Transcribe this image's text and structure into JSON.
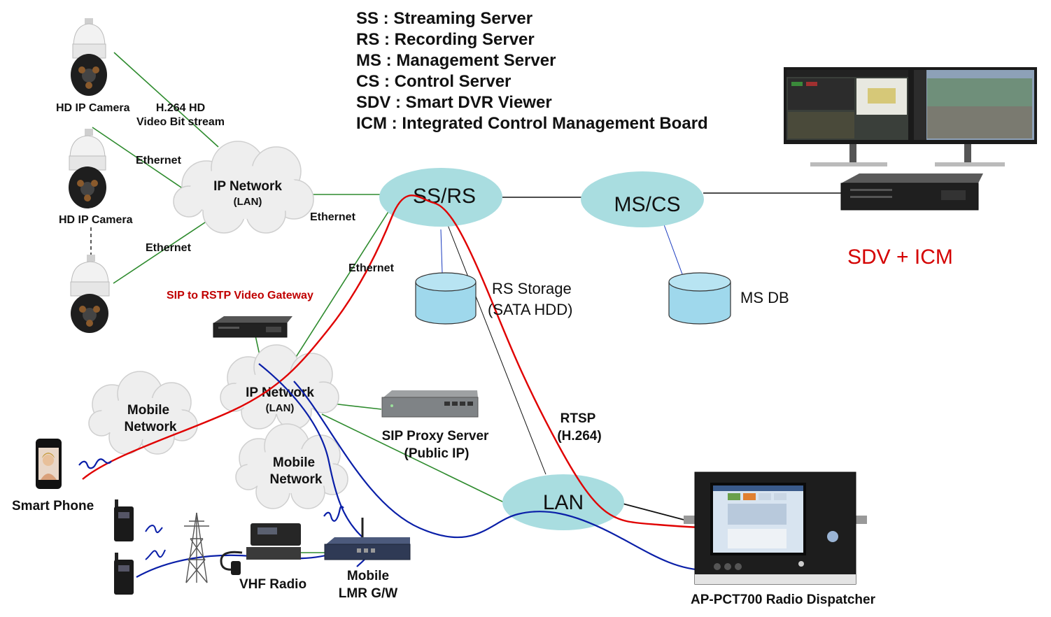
{
  "legend": [
    "SS : Streaming Server",
    "RS : Recording Server",
    "MS : Management Server",
    "CS : Control Server",
    "SDV : Smart DVR Viewer",
    "ICM : Integrated Control Management Board"
  ],
  "nodes": {
    "ssrs": "SS/RS",
    "mscs": "MS/CS",
    "lan": "LAN",
    "ip_network_top": "IP Network",
    "ip_network_top_sub": "(LAN)",
    "ip_network_mid": "IP Network",
    "ip_network_mid_sub": "(LAN)",
    "mobile_network_1a": "Mobile",
    "mobile_network_1b": "Network",
    "mobile_network_2a": "Mobile",
    "mobile_network_2b": "Network"
  },
  "labels": {
    "hd_camera_1": "HD IP Camera",
    "hd_camera_2": "HD IP Camera",
    "h264_a": "H.264 HD",
    "h264_b": "Video Bit stream",
    "ethernet_1": "Ethernet",
    "ethernet_2": "Ethernet",
    "ethernet_3": "Ethernet",
    "ethernet_4": "Ethernet",
    "sip_gateway": "SIP to RSTP Video Gateway",
    "rs_storage_a": "RS Storage",
    "rs_storage_b": "(SATA HDD)",
    "ms_db": "MS DB",
    "sdv_icm": "SDV + ICM",
    "sip_proxy_a": "SIP Proxy Server",
    "sip_proxy_b": "(Public IP)",
    "rtsp_a": "RTSP",
    "rtsp_b": "(H.264)",
    "smart_phone": "Smart Phone",
    "vhf_radio": "VHF Radio",
    "mobile_lmr_a": "Mobile",
    "mobile_lmr_b": "LMR G/W",
    "dispatcher": "AP-PCT700 Radio Dispatcher"
  },
  "colors": {
    "green_link": "#2e8b2e",
    "red_link": "#e00000",
    "blue_link": "#0a1fa8",
    "node_fill": "#a9dde0",
    "cylinder_fill": "#9fd8ec",
    "sdv_icm": "#d40000",
    "gateway_label": "#c00000"
  },
  "icons": [
    "dome-camera-icon",
    "rack-server-icon",
    "sip-proxy-icon",
    "smartphone-icon",
    "walkie-talkie-icon",
    "antenna-tower-icon",
    "vhf-radio-icon",
    "lmr-gateway-icon",
    "dual-monitor-icon",
    "dispatcher-console-icon"
  ]
}
